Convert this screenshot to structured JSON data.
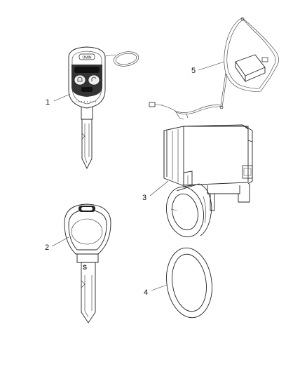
{
  "callouts": {
    "fob_key": "1",
    "plain_key": "2",
    "receiver_module": "3",
    "halo_ring": "4",
    "antenna_module": "5"
  },
  "key_stamp": "S",
  "fob_logo": "OMIN"
}
